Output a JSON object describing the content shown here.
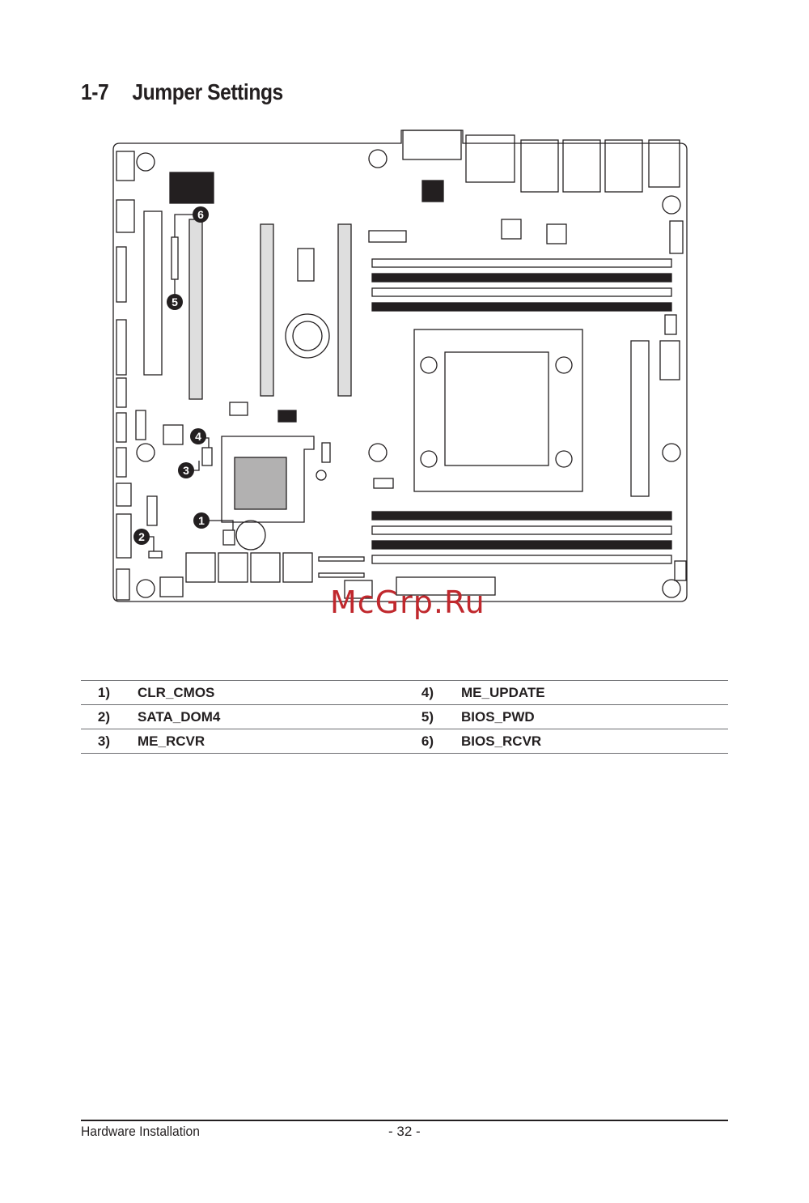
{
  "heading": {
    "number": "1-7",
    "title": "Jumper Settings"
  },
  "diagram": {
    "markers": [
      {
        "label": "1",
        "name": "CLR_CMOS"
      },
      {
        "label": "2",
        "name": "SATA_DOM4"
      },
      {
        "label": "3",
        "name": "ME_RCVR"
      },
      {
        "label": "4",
        "name": "ME_UPDATE"
      },
      {
        "label": "5",
        "name": "BIOS_PWD"
      },
      {
        "label": "6",
        "name": "BIOS_RCVR"
      }
    ]
  },
  "watermark": "McGrp.Ru",
  "jumpers": [
    {
      "left_num": "1)",
      "left_label": "CLR_CMOS",
      "right_num": "4)",
      "right_label": "ME_UPDATE"
    },
    {
      "left_num": "2)",
      "left_label": "SATA_DOM4",
      "right_num": "5)",
      "right_label": "BIOS_PWD"
    },
    {
      "left_num": "3)",
      "left_label": "ME_RCVR",
      "right_num": "6)",
      "right_label": "BIOS_RCVR"
    }
  ],
  "footer": {
    "section": "Hardware Installation",
    "page": "- 32 -"
  }
}
